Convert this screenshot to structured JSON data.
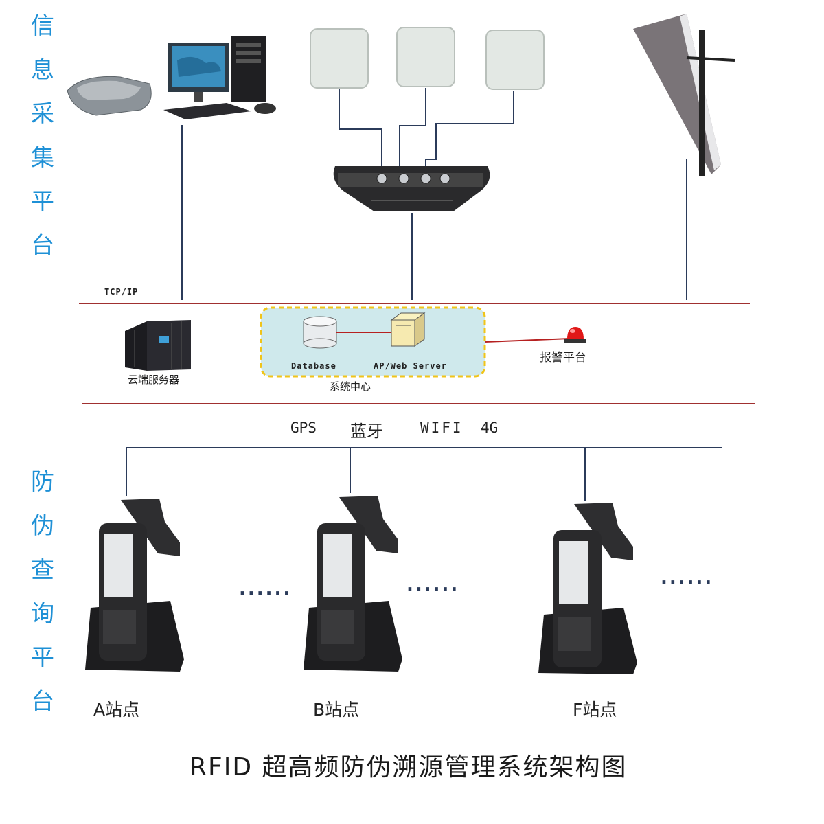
{
  "diagram_title": "RFID 超高频防伪溯源管理系统架构图",
  "side_labels": {
    "collection": [
      "信",
      "息",
      "采",
      "集",
      "平",
      "台"
    ],
    "query": [
      "防",
      "伪",
      "查",
      "询",
      "平",
      "台"
    ]
  },
  "network": {
    "protocol": "TCP/IP"
  },
  "system_center": {
    "label": "系统中心",
    "database": "Database",
    "server": "AP/Web Server"
  },
  "cloud_server": "云端服务器",
  "alarm_platform": "报警平台",
  "wireless": [
    "GPS",
    "蓝牙",
    "WIFI",
    "4G"
  ],
  "stations": [
    "A站点",
    "B站点",
    "F站点"
  ],
  "ellipsis": "......",
  "colors": {
    "side_label": "#1e90d6",
    "bus_line": "#a03030",
    "connector": "#2b3b5a",
    "center_fill": "#cfe9ec",
    "center_border": "#f0c419"
  }
}
